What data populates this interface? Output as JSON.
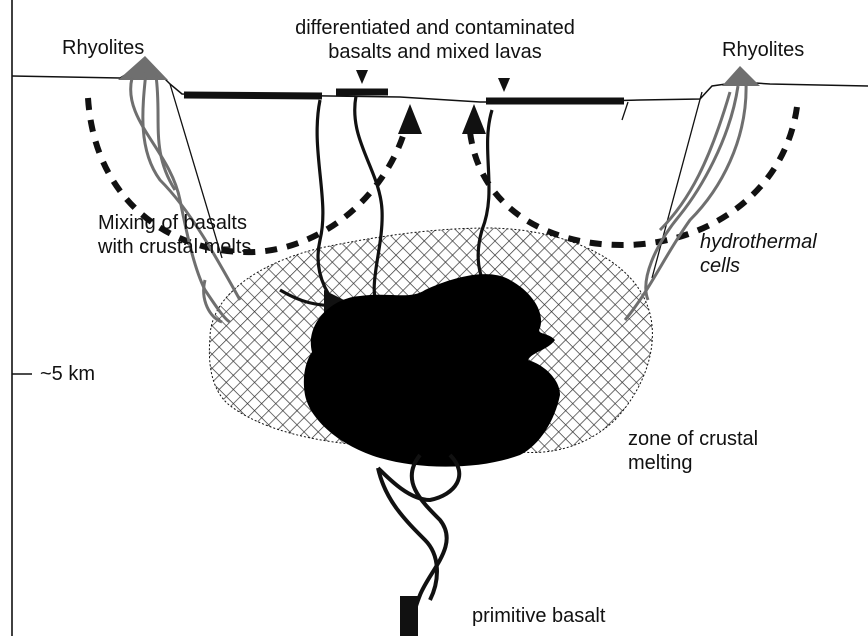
{
  "labels": {
    "rhyolites_left": "Rhyolites",
    "rhyolites_right": "Rhyolites",
    "differentiated_line1": "differentiated and contaminated",
    "differentiated_line2": "basalts and mixed lavas",
    "mixing_line1": "Mixing of basalts",
    "mixing_line2": "with crustal melts",
    "hydrothermal_line1": "hydrothermal",
    "hydrothermal_line2": "cells",
    "depth_marker": "~5 km",
    "crustal_melting_line1": "zone of crustal",
    "crustal_melting_line2": "melting",
    "primitive_basalt": "primitive basalt"
  },
  "colors": {
    "ink": "#111111",
    "rhyolite_gray": "#6f6f6f",
    "magma": "#000000",
    "hatch": "#333333"
  }
}
